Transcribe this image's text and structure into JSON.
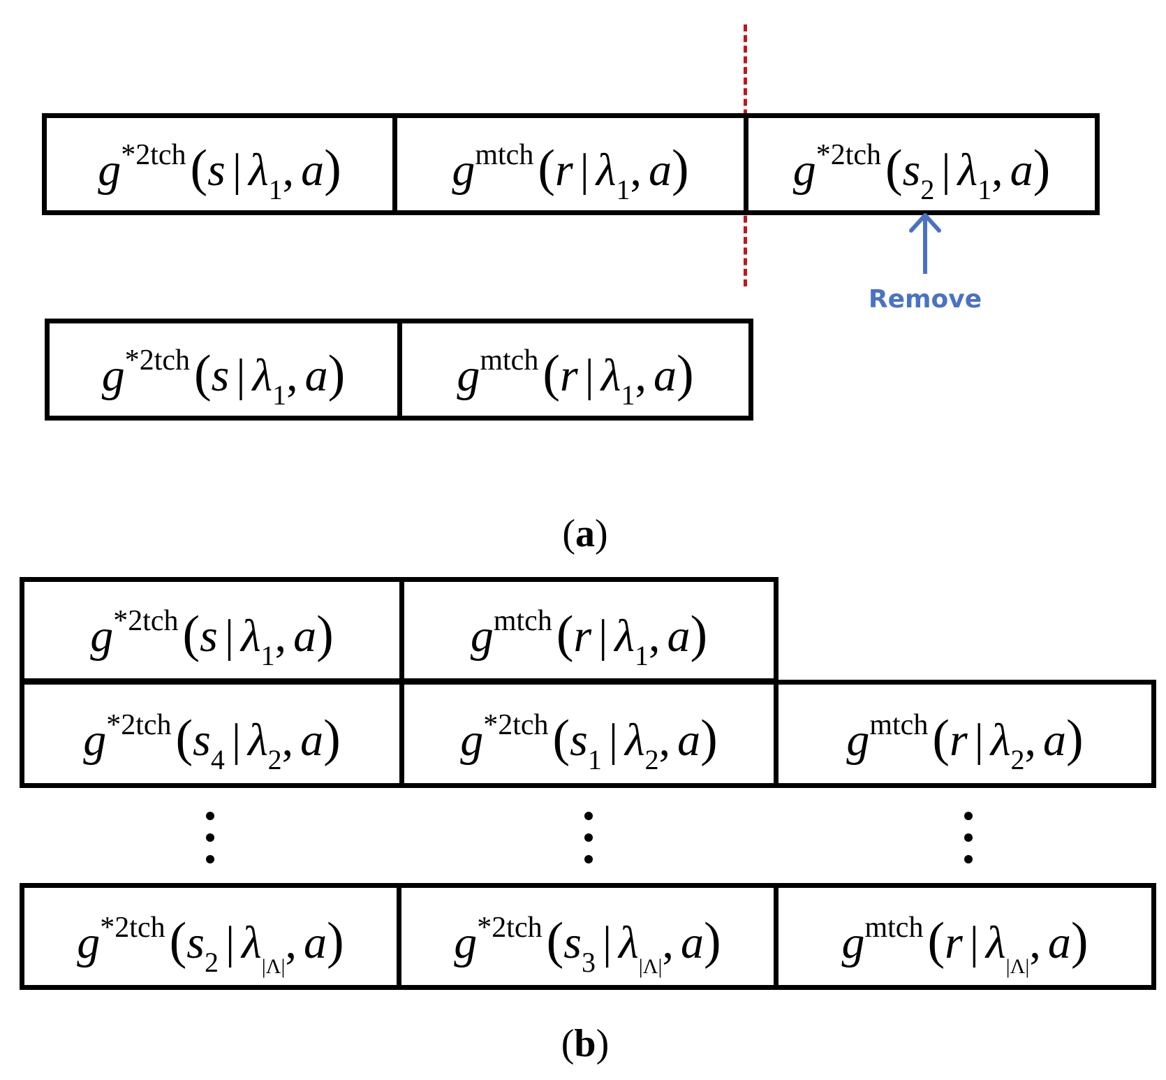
{
  "panel_a": {
    "row1": [
      {
        "g": "g",
        "sup": "*2tch",
        "arg": "s",
        "sub": "",
        "lam": "λ",
        "lamsub": "1",
        "a": "a"
      },
      {
        "g": "g",
        "sup": "mtch",
        "arg": "r",
        "sub": "",
        "lam": "λ",
        "lamsub": "1",
        "a": "a"
      },
      {
        "g": "g",
        "sup": "*2tch",
        "arg": "s",
        "sub": "2",
        "lam": "λ",
        "lamsub": "1",
        "a": "a"
      }
    ],
    "row2": [
      {
        "g": "g",
        "sup": "*2tch",
        "arg": "s",
        "sub": "",
        "lam": "λ",
        "lamsub": "1",
        "a": "a"
      },
      {
        "g": "g",
        "sup": "mtch",
        "arg": "r",
        "sub": "",
        "lam": "λ",
        "lamsub": "1",
        "a": "a"
      }
    ],
    "remove_label": "Remove",
    "caption": "a",
    "colors": {
      "dash": "#c0161e",
      "arrow": "#4a72c4"
    }
  },
  "panel_b": {
    "row1": [
      {
        "g": "g",
        "sup": "*2tch",
        "arg": "s",
        "sub": "",
        "lam": "λ",
        "lamsub": "1",
        "a": "a"
      },
      {
        "g": "g",
        "sup": "mtch",
        "arg": "r",
        "sub": "",
        "lam": "λ",
        "lamsub": "1",
        "a": "a"
      }
    ],
    "row2": [
      {
        "g": "g",
        "sup": "*2tch",
        "arg": "s",
        "sub": "4",
        "lam": "λ",
        "lamsub": "2",
        "a": "a"
      },
      {
        "g": "g",
        "sup": "*2tch",
        "arg": "s",
        "sub": "1",
        "lam": "λ",
        "lamsub": "2",
        "a": "a"
      },
      {
        "g": "g",
        "sup": "mtch",
        "arg": "r",
        "sub": "",
        "lam": "λ",
        "lamsub": "2",
        "a": "a"
      }
    ],
    "row3": [
      {
        "g": "g",
        "sup": "*2tch",
        "arg": "s",
        "sub": "2",
        "lam": "λ",
        "lamsub": "|Λ|",
        "a": "a"
      },
      {
        "g": "g",
        "sup": "*2tch",
        "arg": "s",
        "sub": "3",
        "lam": "λ",
        "lamsub": "|Λ|",
        "a": "a"
      },
      {
        "g": "g",
        "sup": "mtch",
        "arg": "r",
        "sub": "",
        "lam": "λ",
        "lamsub": "|Λ|",
        "a": "a"
      }
    ],
    "caption": "b"
  }
}
